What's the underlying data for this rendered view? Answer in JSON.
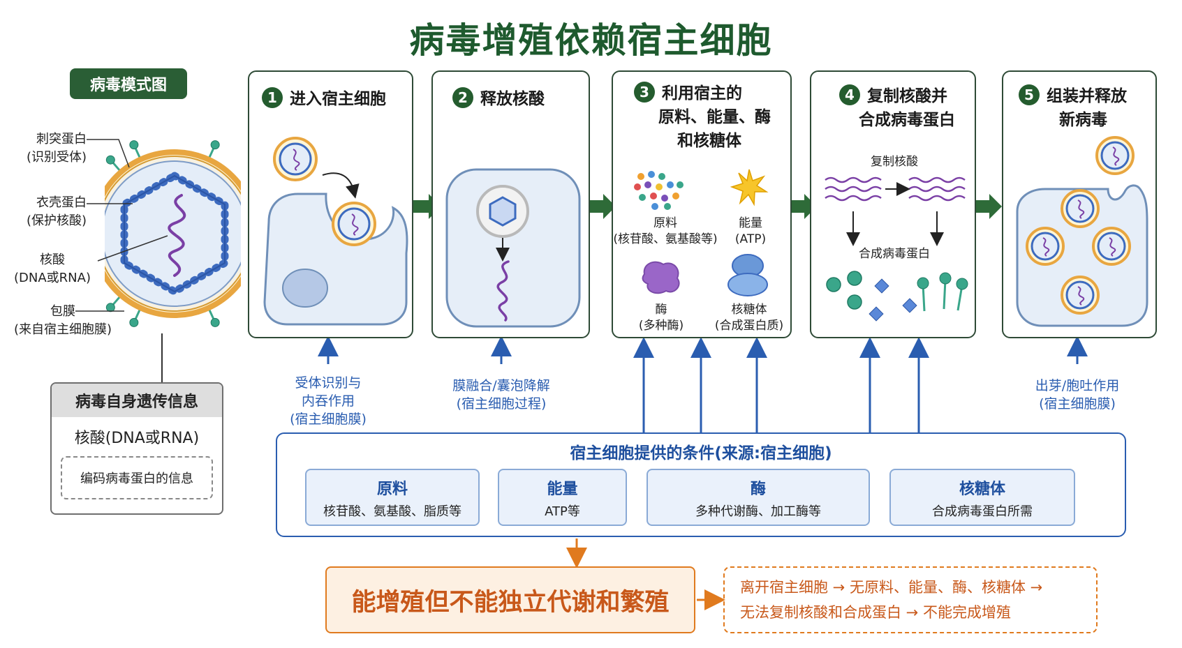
{
  "title": "病毒增殖依赖宿主细胞",
  "virus_model": {
    "badge": "病毒模式图",
    "labels": [
      {
        "name": "刺突蛋白",
        "desc": "(识别受体)"
      },
      {
        "name": "衣壳蛋白",
        "desc": "(保护核酸)"
      },
      {
        "name": "核酸",
        "desc": "(DNA或RNA)"
      },
      {
        "name": "包膜",
        "desc": "(来自宿主细胞膜)"
      }
    ]
  },
  "genome_box": {
    "title": "病毒自身遗传信息",
    "line": "核酸(DNA或RNA)",
    "dashed": "编码病毒蛋白的信息"
  },
  "steps": [
    {
      "num": "1",
      "title": "进入宿主细胞"
    },
    {
      "num": "2",
      "title": "释放核酸"
    },
    {
      "num": "3",
      "title_lines": [
        "利用宿主的",
        "原料、能量、酶",
        "和核糖体"
      ],
      "items": [
        {
          "name": "原料",
          "desc": "(核苷酸、氨基酸等)"
        },
        {
          "name": "能量",
          "desc": "(ATP)"
        },
        {
          "name": "酶",
          "desc": "(多种酶)"
        },
        {
          "name": "核糖体",
          "desc": "(合成蛋白质)"
        }
      ]
    },
    {
      "num": "4",
      "title_lines": [
        "复制核酸并",
        "合成病毒蛋白"
      ],
      "label_top": "复制核酸",
      "label_bottom": "合成病毒蛋白"
    },
    {
      "num": "5",
      "title_lines": [
        "组装并释放",
        "新病毒"
      ]
    }
  ],
  "step_notes": {
    "s1": [
      "受体识别与",
      "内吞作用",
      "(宿主细胞膜)"
    ],
    "s2": [
      "膜融合/囊泡降解",
      "(宿主细胞过程)"
    ],
    "s5": [
      "出芽/胞吐作用",
      "(宿主细胞膜)"
    ]
  },
  "conditions": {
    "title": "宿主细胞提供的条件(来源:宿主细胞)",
    "cards": [
      {
        "h": "原料",
        "d": "核苷酸、氨基酸、脂质等"
      },
      {
        "h": "能量",
        "d": "ATP等"
      },
      {
        "h": "酶",
        "d": "多种代谢酶、加工酶等"
      },
      {
        "h": "核糖体",
        "d": "合成病毒蛋白所需"
      }
    ]
  },
  "result": "能增殖但不能独立代谢和繁殖",
  "result_note": [
    "离开宿主细胞 → 无原料、能量、酶、核糖体 →",
    "无法复制核酸和合成蛋白 → 不能完成增殖"
  ],
  "colors": {
    "green": "#245c2e",
    "blue": "#2a5db0",
    "orange": "#e07a1e",
    "cell": "#e6eef8",
    "cell_border": "#6f8fb8"
  }
}
